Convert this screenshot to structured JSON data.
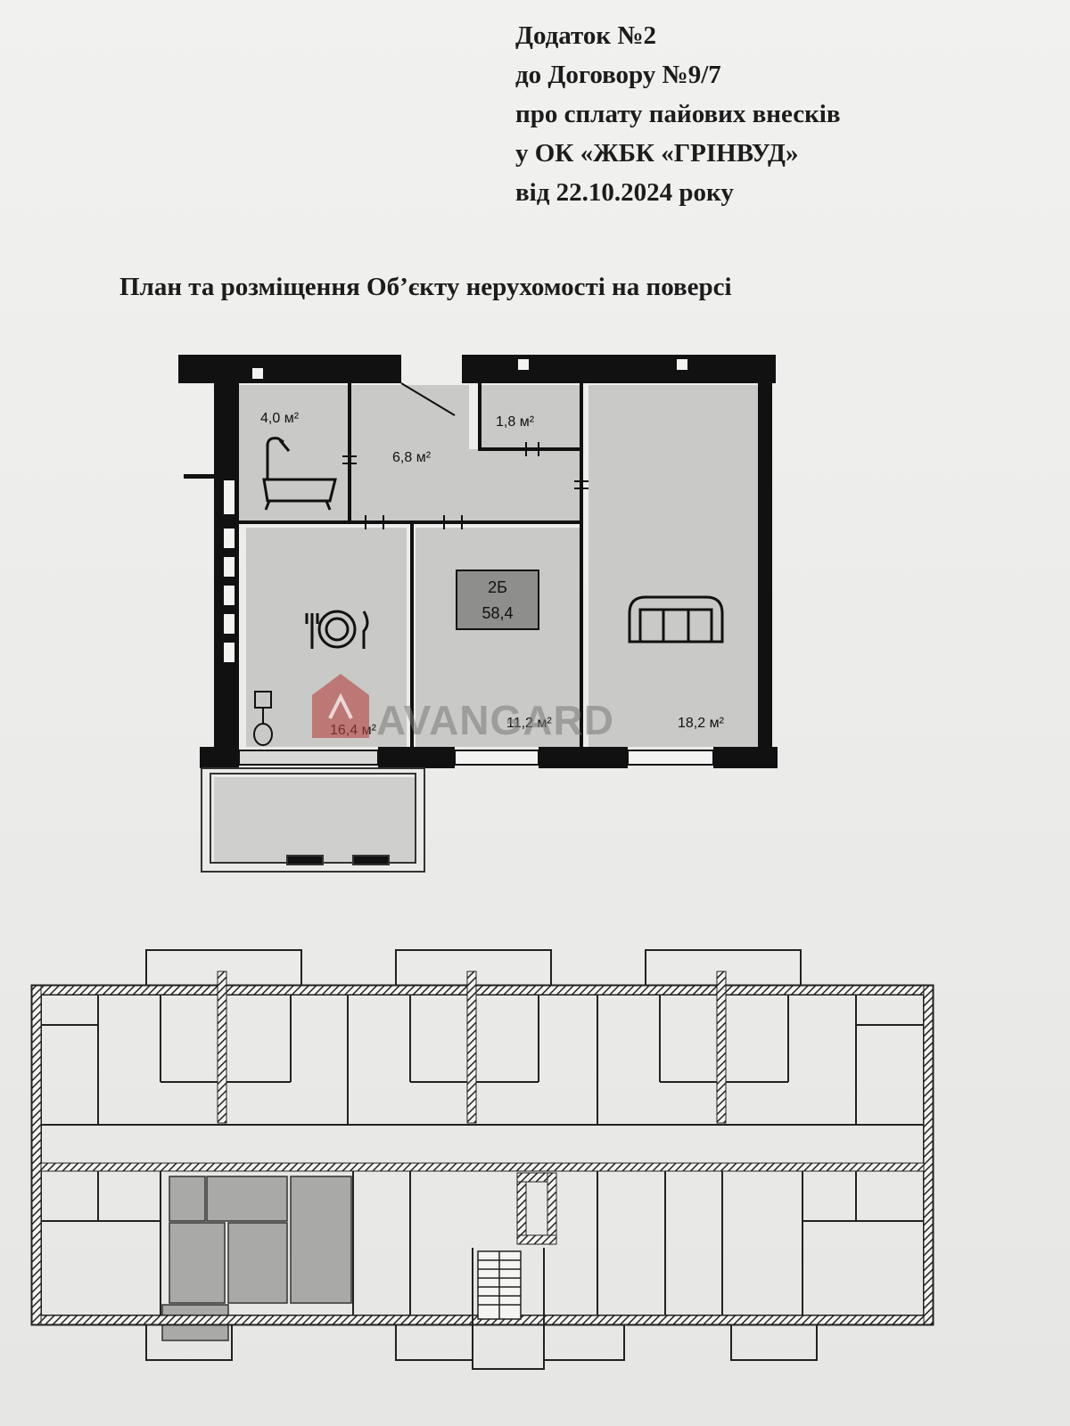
{
  "header": {
    "line1": "Додаток №2",
    "line2": "до Договору №9/7",
    "line3": "про сплату пайових внесків",
    "line4": "у ОК «ЖБК «ГРІНВУД»",
    "line5": "від 22.10.2024 року"
  },
  "title": "План та розміщення Об’єкту нерухомості на поверсі",
  "apartment": {
    "rooms": [
      {
        "area": "4,0 м²"
      },
      {
        "area": "6,8 м²"
      },
      {
        "area": "1,8 м²"
      },
      {
        "area": "16,4 м²"
      },
      {
        "area": "11,2 м²"
      },
      {
        "area": "18,2 м²"
      }
    ],
    "unit_number": "2Б",
    "total_area": "58,4"
  },
  "watermark": "AVANGARD",
  "icons": {
    "bathtub": "bathtub-icon",
    "plate": "plate-and-cutlery-icon",
    "sofa": "sofa-icon",
    "toilet": "toilet-icon",
    "watermark_logo": "avangard-logo-icon"
  },
  "colors": {
    "wall": "#111111",
    "room_fill": "#c9c9c7",
    "floorplan_highlight": "#a9a9a7",
    "watermark_logo": "#b5423e"
  }
}
